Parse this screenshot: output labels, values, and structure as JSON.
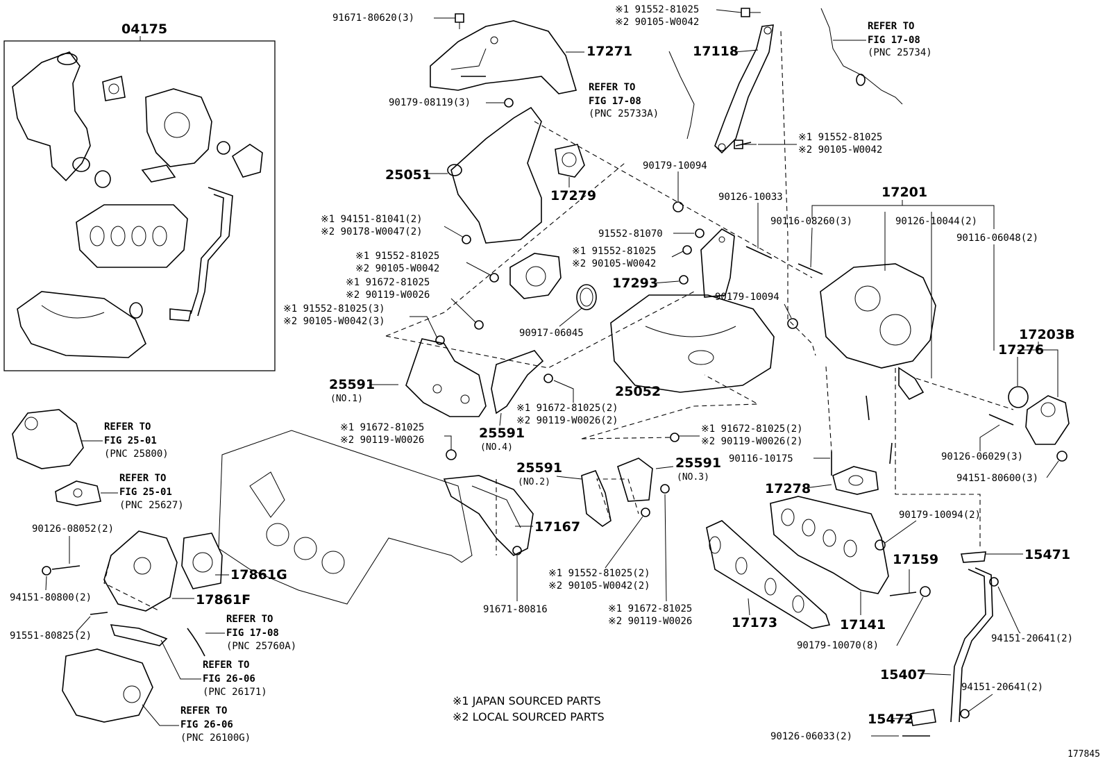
{
  "diagram_id": "177845",
  "notes": {
    "japan": "※1 JAPAN SOURCED PARTS",
    "local": "※2 LOCAL SOURCED PARTS"
  },
  "labels": {
    "kit_04175": "04175",
    "p17271": "17271",
    "p91671_80620": "91671-80620(3)",
    "p90179_08119": "90179-08119(3)",
    "p25051": "25051",
    "p17279": "17279",
    "ref1708a_l1": "REFER TO",
    "ref1708a_l2": "FIG 17-08",
    "ref1708a_l3": "(PNC 25733A)",
    "s1_91552_81025_top": "※1 91552-81025",
    "s2_90105_w0042_top": "※2 90105-W0042",
    "p17118": "17118",
    "refB_l1": "REFER TO",
    "refB_l2": "FIG 17-08",
    "refB_l3": "(PNC 25734)",
    "s1_91552_81025_b": "※1 91552-81025",
    "s2_90105_w0042_b": "※2 90105-W0042",
    "p90179_10094_a": "90179-10094",
    "p90126_10033": "90126-10033",
    "p17201": "17201",
    "p90116_08260": "90116-08260(3)",
    "p90126_10044": "90126-10044(2)",
    "p90116_06048": "90116-06048(2)",
    "s1_94151_81041": "※1 94151-81041(2)",
    "s2_90178_w0047": "※2 90178-W0047(2)",
    "p91552_81070": "91552-81070",
    "s1_91552_81025_c": "※1 91552-81025",
    "s2_90105_w0042_c": "※2 90105-W0042",
    "s1_91552_81025_d": "※1 91552-81025",
    "s2_90105_w0042_d": "※2 90105-W0042",
    "p17293": "17293",
    "s1_91672_81025_a": "※1 91672-81025",
    "s2_90119_w0026_a": "※2 90119-W0026",
    "p90179_10094_b": "90179-10094",
    "s1_91552_81025_3": "※1 91552-81025(3)",
    "s2_90105_w0042_3": "※2 90105-W0042(3)",
    "p90917_06045": "90917-06045",
    "p17203B": "17203B",
    "p17276": "17276",
    "p25591_no1": "25591",
    "no1": "(NO.1)",
    "p25052": "25052",
    "s1_91672_81025_2a": "※1 91672-81025(2)",
    "s2_90119_w0026_2a": "※2 90119-W0026(2)",
    "p25591_no4": "25591",
    "no4": "(NO.4)",
    "ref2501a_l1": "REFER TO",
    "ref2501a_l2": "FIG 25-01",
    "ref2501a_l3": "(PNC 25800)",
    "s1_91672_81025_b": "※1 91672-81025",
    "s2_90119_w0026_b": "※2 90119-W0026",
    "s1_91672_81025_2b": "※1 91672-81025(2)",
    "s2_90119_w0026_2b": "※2 90119-W0026(2)",
    "p90116_10175": "90116-10175",
    "p90126_06029": "90126-06029(3)",
    "p25591_no2": "25591",
    "no2": "(NO.2)",
    "p25591_no3": "25591",
    "no3": "(NO.3)",
    "p94151_80600": "94151-80600(3)",
    "ref2501b_l1": "REFER TO",
    "ref2501b_l2": "FIG 25-01",
    "ref2501b_l3": "(PNC 25627)",
    "p17278": "17278",
    "p90179_10094_2": "90179-10094(2)",
    "p90126_08052": "90126-08052(2)",
    "p17167": "17167",
    "p15471": "15471",
    "p17159": "17159",
    "p17861G": "17861G",
    "p17861F": "17861F",
    "p94151_80800": "94151-80800(2)",
    "s1_91552_81025_2e": "※1 91552-81025(2)",
    "s2_90105_w0042_2e": "※2 90105-W0042(2)",
    "p91671_80816": "91671-80816",
    "s1_91672_81025_e": "※1 91672-81025",
    "s2_90119_w0026_e": "※2 90119-W0026",
    "p17173": "17173",
    "p17141": "17141",
    "p94151_20641_a": "94151-20641(2)",
    "ref1708c_l1": "REFER TO",
    "ref1708c_l2": "FIG 17-08",
    "ref1708c_l3": "(PNC 25760A)",
    "p91551_80825": "91551-80825(2)",
    "p90179_10070": "90179-10070(8)",
    "ref2606a_l1": "REFER TO",
    "ref2606a_l2": "FIG 26-06",
    "ref2606a_l3": "(PNC 26171)",
    "p15407": "15407",
    "p94151_20641_b": "94151-20641(2)",
    "ref2606b_l1": "REFER TO",
    "ref2606b_l2": "FIG 26-06",
    "ref2606b_l3": "(PNC 26100G)",
    "p15472": "15472",
    "p90126_06033": "90126-06033(2)"
  }
}
